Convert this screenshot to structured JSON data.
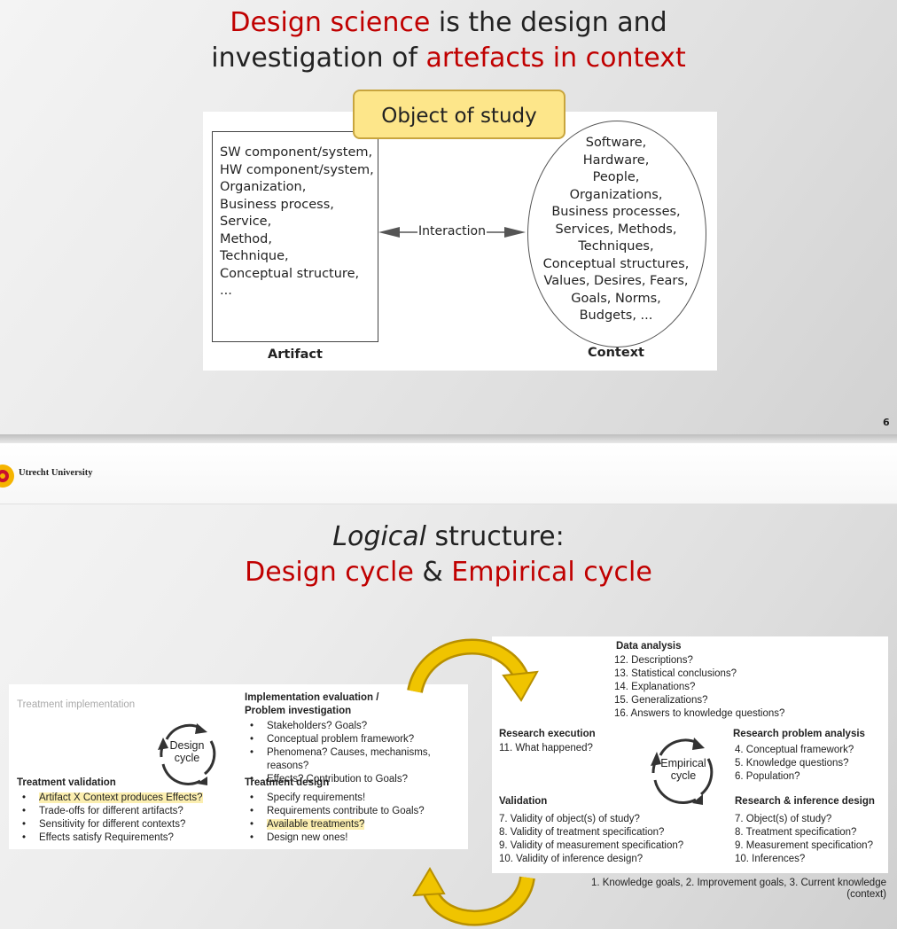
{
  "slide1": {
    "title": {
      "line1_red": "Design science",
      "line1_rest": " is the design and",
      "line2_start": "investigation of ",
      "line2_red": "artefacts in context"
    },
    "object_label": "Object of study",
    "artifact_items": [
      "SW component/system,",
      "HW component/system,",
      "Organization,",
      "Business process,",
      "Service,",
      "Method,",
      "Technique,",
      "Conceptual structure,",
      "..."
    ],
    "artifact_label": "Artifact",
    "interaction_label": "Interaction",
    "context_items": [
      "Software,",
      "Hardware,",
      "People,",
      "Organizations,",
      "Business processes,",
      "Services, Methods,",
      "Techniques,",
      "Conceptual structures,",
      "Values, Desires, Fears,",
      "Goals, Norms,",
      "Budgets, ..."
    ],
    "context_label": "Context",
    "page_number": "6"
  },
  "slide2": {
    "university": "Utrecht University",
    "title": {
      "line1_italic": "Logical",
      "line1_rest": " structure:",
      "line2_red1": "Design cycle",
      "line2_mid": " & ",
      "line2_red2": "Empirical cycle"
    },
    "design": {
      "treatment_implementation": "Treatment implementation",
      "impl_eval_title_1": "Implementation evaluation /",
      "impl_eval_title_2": "Problem investigation",
      "impl_eval_items": [
        "Stakeholders? Goals?",
        "Conceptual problem framework?",
        "Phenomena? Causes, mechanisms, reasons?",
        "Effects? Contribution to Goals?"
      ],
      "cycle_label_1": "Design",
      "cycle_label_2": "cycle",
      "treatment_validation_title": "Treatment validation",
      "treatment_validation_items": [
        "Artifact X Context produces Effects?",
        "Trade-offs for different artifacts?",
        "Sensitivity for different contexts?",
        "Effects satisfy Requirements?"
      ],
      "treatment_design_title": "Treatment design",
      "treatment_design_items": [
        "Specify requirements!",
        "Requirements contribute to Goals?",
        "Available treatments?",
        "Design new ones!"
      ]
    },
    "empirical": {
      "data_analysis_title": "Data analysis",
      "data_analysis_items": [
        "12. Descriptions?",
        "13. Statistical conclusions?",
        "14. Explanations?",
        "15. Generalizations?",
        "16. Answers to knowledge questions?"
      ],
      "research_execution_title": "Research execution",
      "research_execution_items": [
        "11. What happened?"
      ],
      "cycle_label_1": "Empirical",
      "cycle_label_2": "cycle",
      "research_problem_title": "Research problem analysis",
      "research_problem_items": [
        "4.  Conceptual framework?",
        "5.  Knowledge questions?",
        "6.  Population?"
      ],
      "validation_title": "Validation",
      "validation_items": [
        "7.  Validity of object(s) of study?",
        "8.  Validity of treatment specification?",
        "9.  Validity of measurement specification?",
        "10. Validity of inference design?"
      ],
      "inference_design_title": "Research & inference  design",
      "inference_design_items": [
        "7.  Object(s) of study?",
        "8.  Treatment specification?",
        "9.  Measurement specification?",
        "10. Inferences?"
      ],
      "footnote_1": "1. Knowledge goals, 2. Improvement goals, 3. Current knowledge",
      "footnote_2": "(context)"
    }
  }
}
